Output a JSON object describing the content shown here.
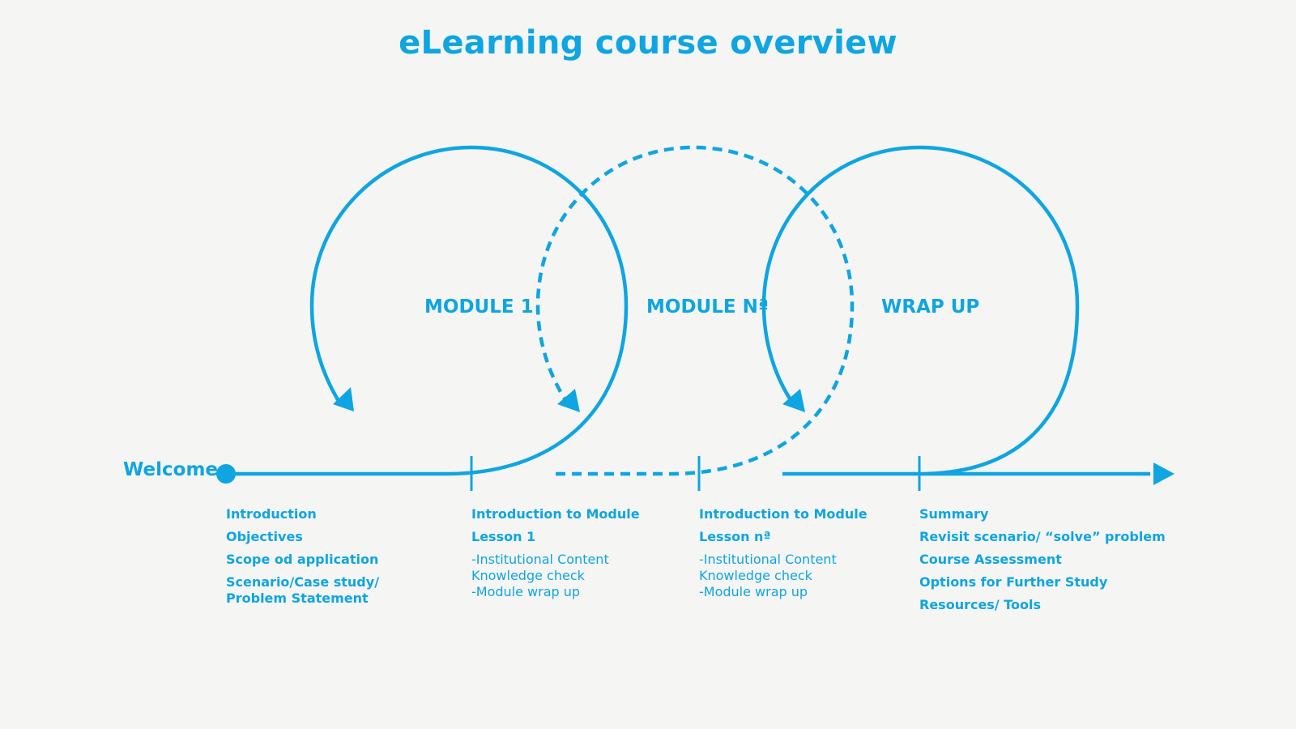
{
  "title": "eLearning course overview",
  "colors": {
    "accent": "#0ea5e2",
    "background": "#f5f5f3"
  },
  "welcome": "Welcome",
  "modules": {
    "module1": "MODULE 1",
    "module_n": "MODULE Nª",
    "wrap_up": "WRAP UP"
  },
  "columns": {
    "welcome": {
      "items": [
        "Introduction",
        "Objectives",
        "Scope od application",
        "Scenario/Case study/",
        "Problem Statement"
      ]
    },
    "module1": {
      "bold": [
        "Introduction to Module",
        "Lesson 1"
      ],
      "regular": [
        "-Institutional Content",
        "Knowledge check",
        "-Module wrap up"
      ]
    },
    "module_n": {
      "bold": [
        "Introduction to Module",
        "Lesson nª"
      ],
      "regular": [
        "-Institutional Content",
        "Knowledge check",
        "-Module wrap up"
      ]
    },
    "wrap_up": {
      "items": [
        "Summary",
        "Revisit scenario/ “solve” problem",
        "Course Assessment",
        "Options for Further Study",
        "Resources/ Tools"
      ]
    }
  }
}
